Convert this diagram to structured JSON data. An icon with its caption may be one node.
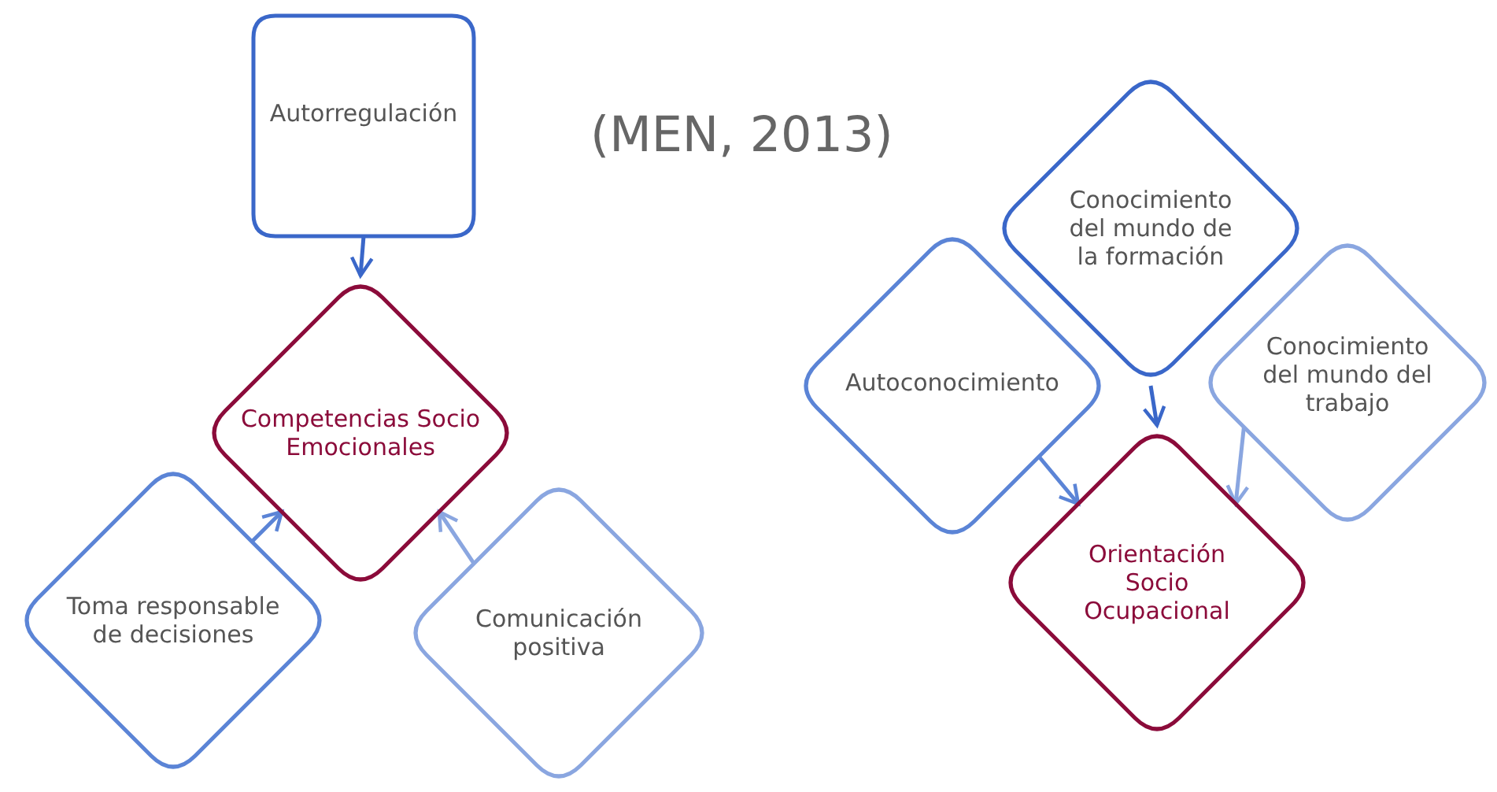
{
  "diagram": {
    "nodes": [
      {
        "text": [
          "Autorregulación"
        ]
      },
      {
        "text": [
          "Competencias Socio Emocionales"
        ]
      },
      {
        "text": [
          "Toma responsable de decisiones"
        ]
      },
      {
        "text": [
          "Comunicación positiva"
        ]
      },
      {
        "text": [
          "Conocimiento del mundo de la formación"
        ]
      },
      {
        "text": [
          "Autoconocimiento"
        ]
      },
      {
        "text": [
          "Conocimiento del mundo del trabajo"
        ]
      },
      {
        "text": [
          "Orientación Socio Ocupacional"
        ]
      }
    ],
    "edges": [
      {
        "from": 0,
        "to": 1,
        "arrow": "to",
        "color": "#3a67c9"
      },
      {
        "from": 2,
        "to": 1,
        "arrow": "to",
        "color": "#5b84d6"
      },
      {
        "from": 3,
        "to": 1,
        "arrow": "to",
        "color": "#8aa6e0"
      },
      {
        "from": 4,
        "to": 7,
        "arrow": "to",
        "color": "#3a67c9"
      },
      {
        "from": 5,
        "to": 7,
        "arrow": "to",
        "color": "#5b84d6"
      },
      {
        "from": 6,
        "to": 7,
        "arrow": "to",
        "color": "#8aa6e0"
      }
    ],
    "labels": [
      "(MEN, 2013)"
    ]
  }
}
